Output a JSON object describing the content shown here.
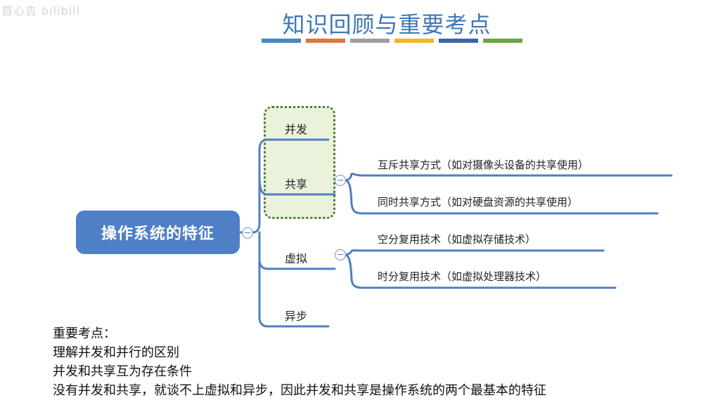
{
  "watermark": "首心告 bilibili",
  "title": "知识回顾与重要考点",
  "title_bar_colors": [
    "#4a86c5",
    "#e2743f",
    "#9e9e9e",
    "#f2b629",
    "#3f63a8",
    "#6aa545"
  ],
  "colors": {
    "root_fill": "#4f80c6",
    "branch_line": "#4f7fbf",
    "highlight_fill": "#eaf2dc",
    "highlight_border": "#4f7a34"
  },
  "mindmap": {
    "root": "操作系统的特征",
    "collapse_symbol": "−",
    "branches": {
      "concurrency": "并发",
      "sharing": "共享",
      "virtual": "虚拟",
      "async": "异步"
    },
    "sharing_children": [
      "互斥共享方式（如对摄像头设备的共享使用）",
      "同时共享方式（如对硬盘资源的共享使用）"
    ],
    "virtual_children": [
      "空分复用技术（如虚拟存储技术）",
      "时分复用技术（如虚拟处理器技术）"
    ]
  },
  "notes": {
    "heading": "重要考点：",
    "lines": [
      "理解并发和并行的区别",
      "并发和共享互为存在条件",
      "没有并发和共享，就谈不上虚拟和异步，因此并发和共享是操作系统的两个最基本的特征"
    ]
  }
}
